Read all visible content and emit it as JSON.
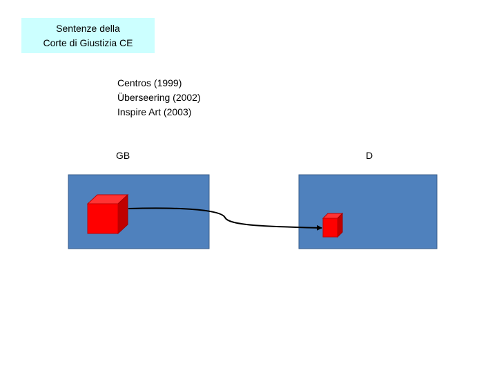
{
  "title": {
    "line1": "Sentenze della",
    "line2": "Corte di Giustizia CE"
  },
  "cases": [
    "Centros (1999)",
    "Überseering (2002)",
    "Inspire Art (2003)"
  ],
  "countries": {
    "left": "GB",
    "right": "D"
  },
  "colors": {
    "title_bg": "#ccffff",
    "country_box": "#4f81bd",
    "cube_red": "#ff0000",
    "cube_dark": "#c00000",
    "arrow": "#000000"
  }
}
